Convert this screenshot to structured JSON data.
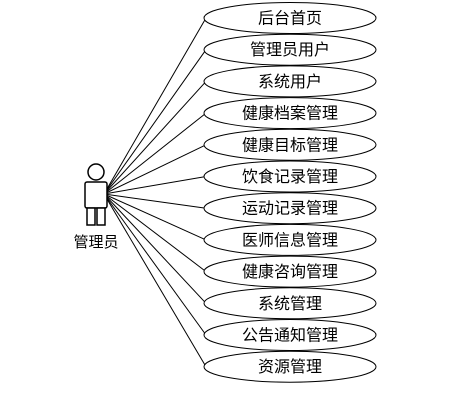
{
  "actor": {
    "label": "管理员"
  },
  "use_cases": [
    "后台首页",
    "管理员用户",
    "系统用户",
    "健康档案管理",
    "健康目标管理",
    "饮食记录管理",
    "运动记录管理",
    "医师信息管理",
    "健康咨询管理",
    "系统管理",
    "公告通知管理",
    "资源管理"
  ]
}
